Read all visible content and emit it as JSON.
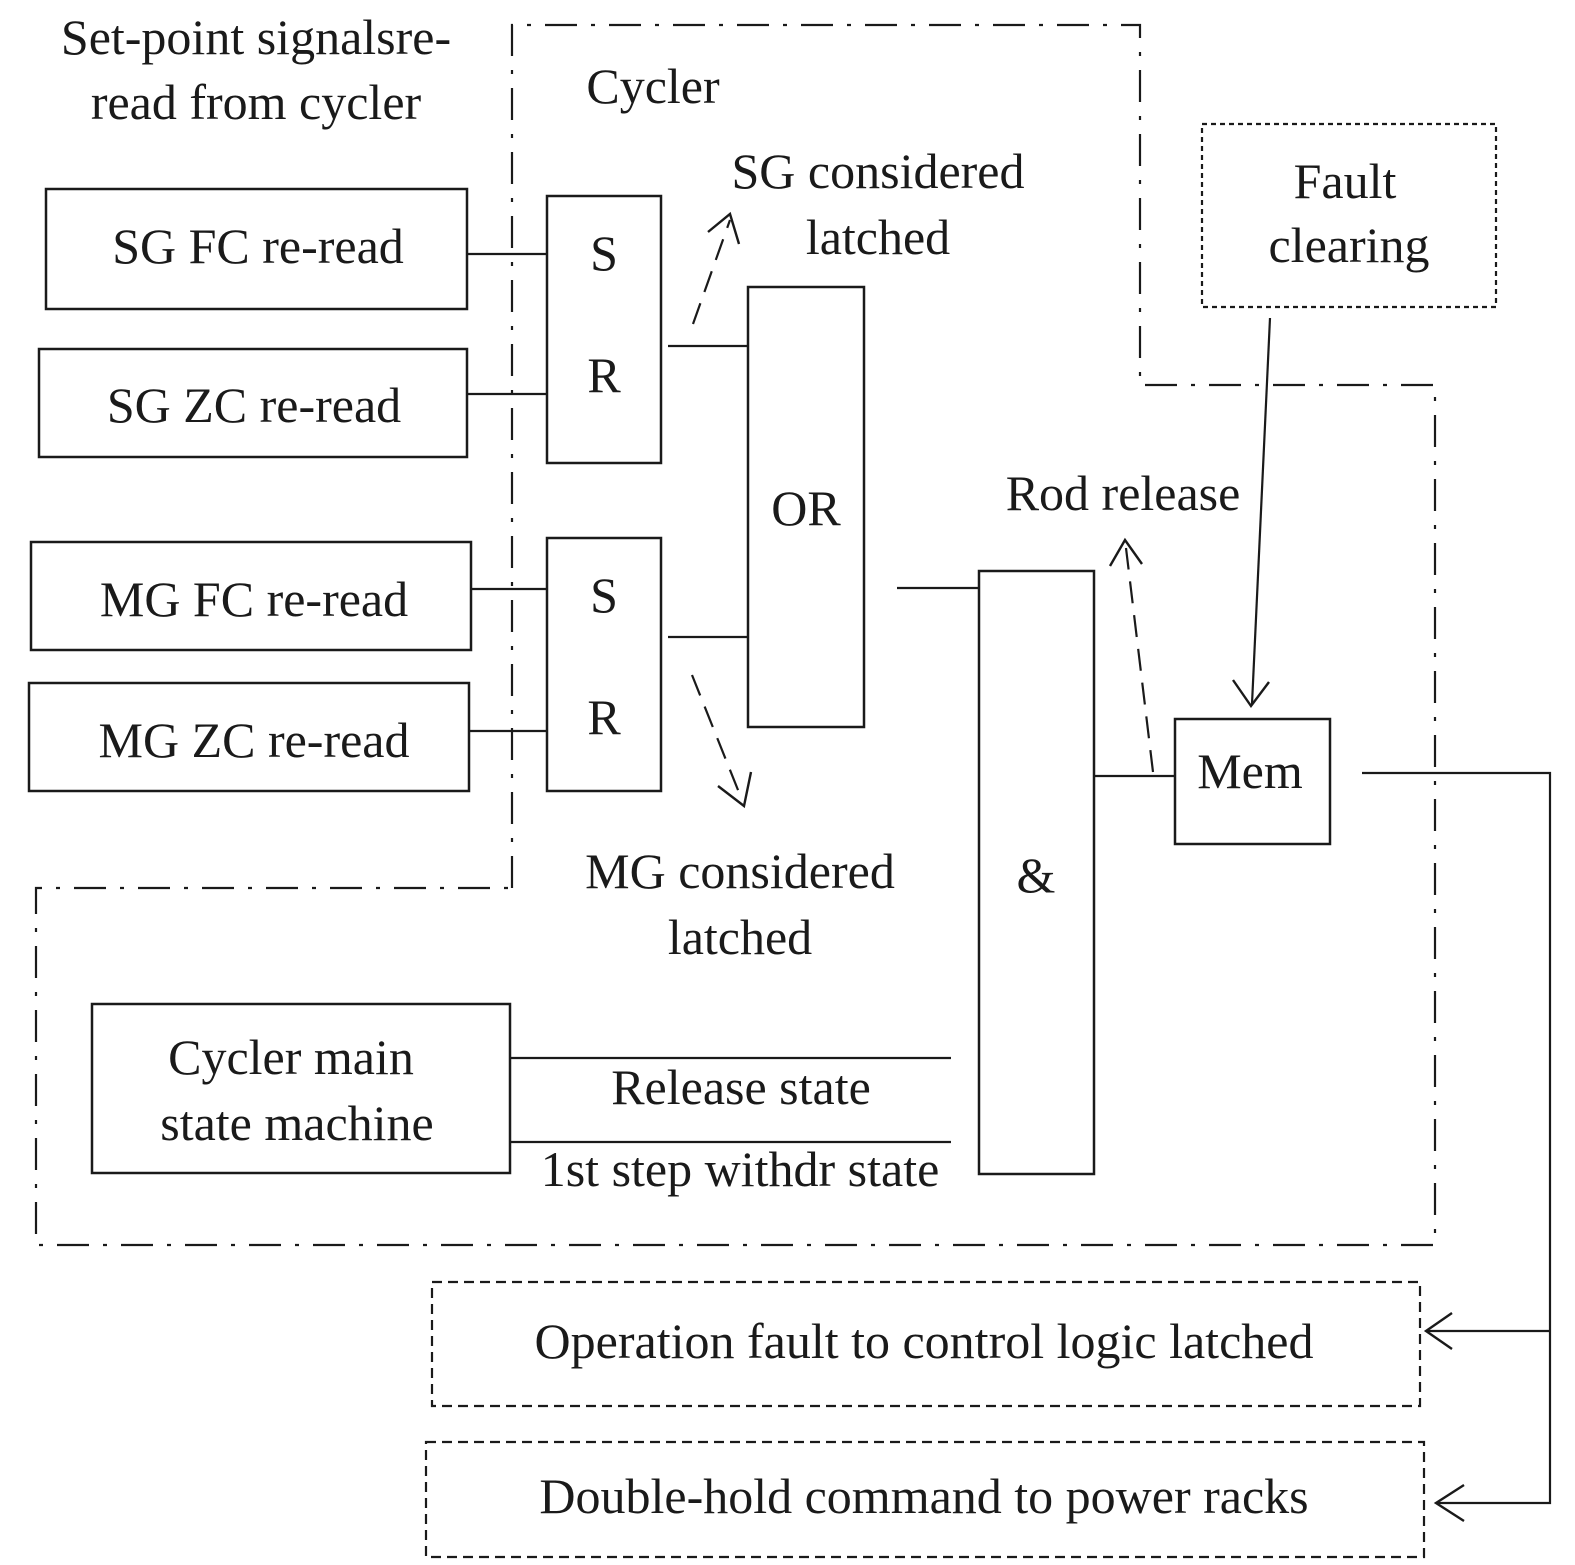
{
  "labels": {
    "setpoint_line1": "Set-point signalsre-",
    "setpoint_line2": "read from cycler",
    "cycler_title": "Cycler",
    "sg_considered_line1": "SG considered",
    "sg_considered_line2": "latched",
    "mg_considered_line1": "MG considered",
    "mg_considered_line2": "latched",
    "rod_release": "Rod release",
    "release_state": "Release state",
    "first_step_state": "1st step withdr state"
  },
  "inputs": {
    "sg_fc": "SG FC re-read",
    "sg_zc": "SG ZC re-read",
    "mg_fc": "MG FC re-read",
    "mg_zc": "MG ZC re-read"
  },
  "latch_sg": {
    "s": "S",
    "r": "R"
  },
  "latch_mg": {
    "s": "S",
    "r": "R"
  },
  "gates": {
    "or": "OR",
    "and": "&",
    "mem": "Mem"
  },
  "fault_clearing": {
    "line1": "Fault",
    "line2": "clearing"
  },
  "state_machine": {
    "line1": "Cycler main",
    "line2": "state machine"
  },
  "outputs": {
    "operation_fault": "Operation fault to control logic latched",
    "double_hold": "Double-hold command to power racks"
  }
}
